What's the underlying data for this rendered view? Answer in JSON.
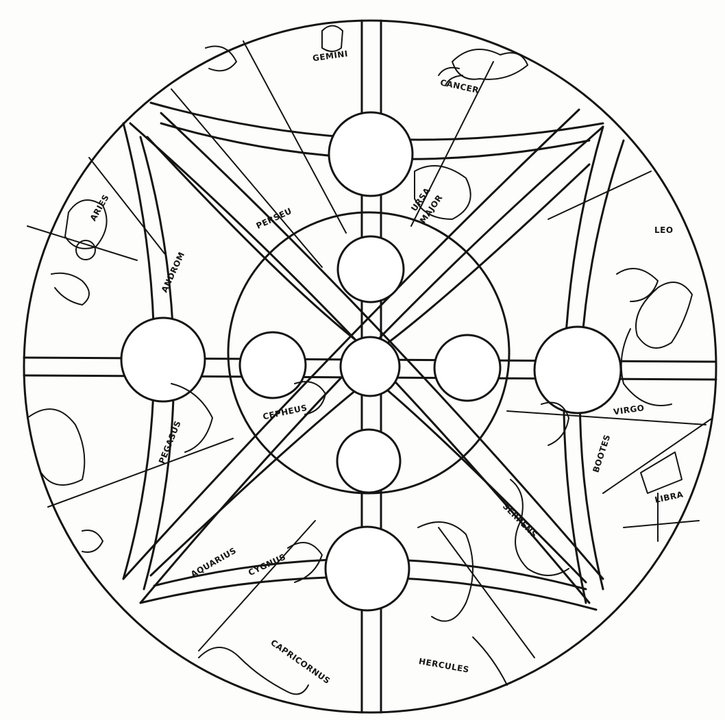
{
  "labels": {
    "gemini": "GEMINI",
    "cancer": "CANCER",
    "perseus": "PERSEU",
    "ursa_major": [
      "URSA",
      "MAJOR"
    ],
    "aries": "ARIES",
    "andromeda": "ANDROM",
    "leo": "LEO",
    "cepheus": "CEPHEUS",
    "virgo": "VIRGO",
    "pegasus": "PEGASUS",
    "bootes": "BOOTES",
    "libra": "LIBRA",
    "serpens": "SERPENS",
    "aquarius": "AQUARIUS",
    "cygnus": "CYGNUS",
    "capricornus": "CAPRICORNUS",
    "hercules": "HERCULES"
  },
  "colors": {
    "ink": "#141414",
    "paper": "#fdfdfb",
    "glass": "#ffffff"
  }
}
